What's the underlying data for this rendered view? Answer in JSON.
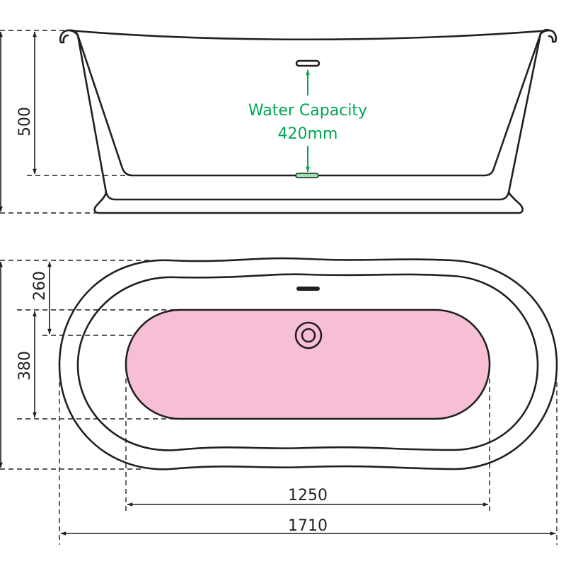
{
  "diagram": {
    "type": "technical-drawing",
    "subject": "freestanding bath",
    "colors": {
      "line": "#231f20",
      "water_fill": "#f6bfd6",
      "annotation_green": "#00a651",
      "background": "#ffffff"
    },
    "side_view": {
      "annotation_line1": "Water Capacity",
      "annotation_line2": "420mm",
      "dimensions": {
        "inner_depth": "500",
        "overall_height": ""
      }
    },
    "plan_view": {
      "dimensions": {
        "waste_offset": "260",
        "inner_width": "380",
        "inner_length": "1250",
        "overall_length": "1710"
      }
    }
  }
}
